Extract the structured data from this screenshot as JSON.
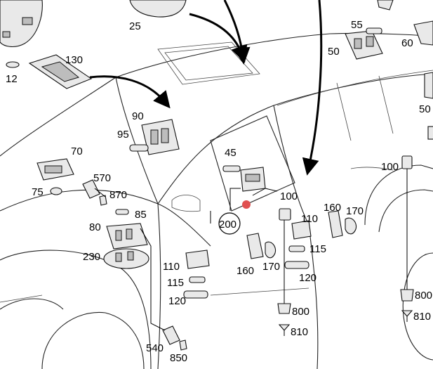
{
  "labels": {
    "p12": "12",
    "p25": "25",
    "p130": "130",
    "p55": "55",
    "p50a": "50",
    "p60": "60",
    "p50b": "50",
    "p90": "90",
    "p95": "95",
    "p70": "70",
    "p75": "75",
    "p570": "570",
    "p870": "870",
    "p85": "85",
    "p80": "80",
    "p230": "230",
    "p45": "45",
    "p100a": "100",
    "p200": "200",
    "p110a": "110",
    "p160a": "160",
    "p170a": "170",
    "p115a": "115",
    "p110b": "110",
    "p115b": "115",
    "p120a": "120",
    "p160b": "160",
    "p170b": "170",
    "p120b": "120",
    "p100b": "100",
    "p800a": "800",
    "p810a": "810",
    "p800b": "800",
    "p810b": "810",
    "p540": "540",
    "p850": "850"
  },
  "colors": {
    "marker": "#e05050",
    "line": "#000000"
  }
}
